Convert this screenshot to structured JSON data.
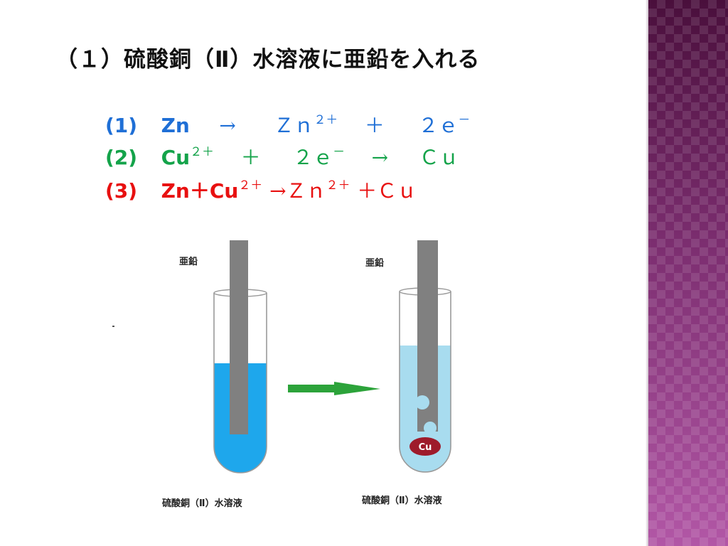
{
  "title": "（１）硫酸銅（Ⅱ）水溶液に亜鉛を入れる",
  "equations": [
    {
      "num": "(1)",
      "a": "Zn",
      "b": "→",
      "c": "Ｚｎ",
      "c_sup": "２＋",
      "d": "＋",
      "e": "２ｅ",
      "e_sup": "－",
      "color": "#1f6fd6"
    },
    {
      "num": "(2)",
      "a": "Cu",
      "a_sup": "２＋",
      "b": "＋",
      "c": "２ｅ",
      "c_sup": "－",
      "d": "→",
      "e": "Ｃｕ",
      "color": "#14a34a"
    },
    {
      "num": "(3)",
      "a": "Zn＋Cu",
      "a_sup": "２＋",
      "b": "→Ｚｎ",
      "b_sup": "２＋",
      "c": "＋Ｃｕ",
      "color": "#e81010"
    }
  ],
  "diagram": {
    "left_tube": {
      "electrode_label": "亜鉛",
      "solution_label": "硫酸銅（Ⅱ）水溶液",
      "solution_color": "#1ea7ec"
    },
    "right_tube": {
      "electrode_label": "亜鉛",
      "solution_label": "硫酸銅（Ⅱ）水溶液",
      "solution_color": "#a8dcef",
      "deposit_label": "Cu",
      "deposit_color": "#9e1b2b"
    },
    "arrow_color": "#2ca33a",
    "electrode_color": "#808080"
  },
  "colors": {
    "side_band": "#7a2f6e"
  }
}
